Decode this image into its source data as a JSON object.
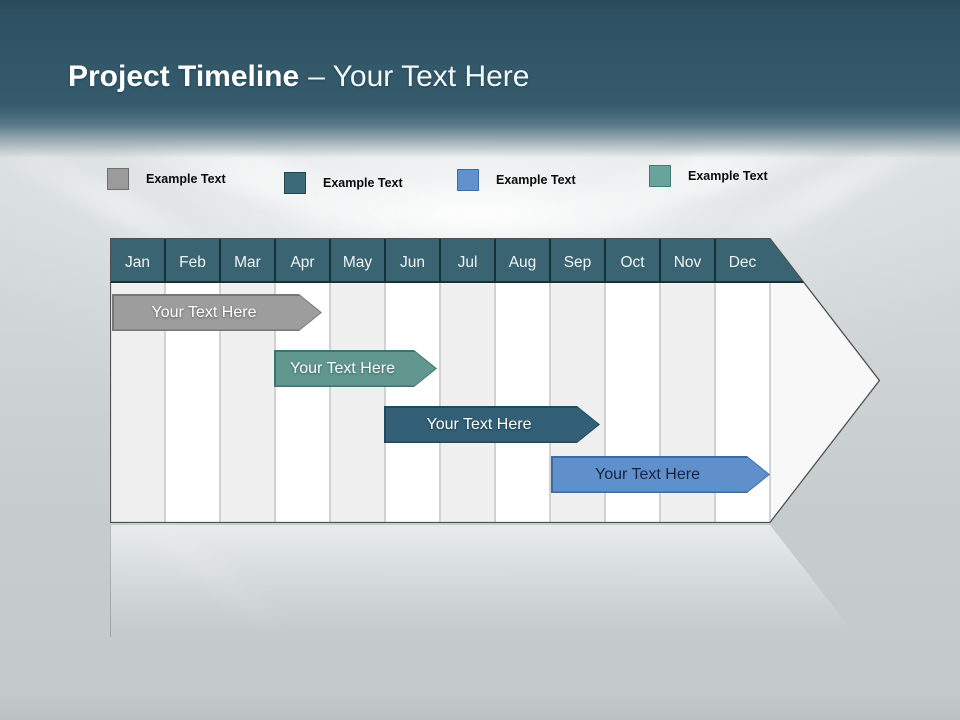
{
  "slide": {
    "title_bold": "Project Timeline",
    "title_regular": "– Your Text Here"
  },
  "legend": {
    "items": [
      {
        "label": "Example Text",
        "color": "#9b9b9b",
        "border_color": "#6f6f6f"
      },
      {
        "label": "Example Text",
        "color": "#3d6a79",
        "border_color": "#25464f"
      },
      {
        "label": "Example Text",
        "color": "#6191cb",
        "border_color": "#3c6da9"
      },
      {
        "label": "Example Text",
        "color": "#68a39c",
        "border_color": "#417d77"
      }
    ]
  },
  "chart_data": {
    "type": "timeline",
    "title": "Project Timeline",
    "months": [
      "Jan",
      "Feb",
      "Mar",
      "Apr",
      "May",
      "Jun",
      "Jul",
      "Aug",
      "Sep",
      "Oct",
      "Nov",
      "Dec"
    ],
    "header_color": "#3a6472",
    "body_shape": "right-pointing arrow spanning Jan–Dec",
    "column_fill_alternation": [
      "#f0f0f0",
      "#ffffff"
    ],
    "bars": [
      {
        "label": "Your Text Here",
        "start": "Jan",
        "end": "Apr",
        "row": 1,
        "color": "#9d9d9d",
        "border_color": "#767676",
        "text_color": "#ffffff"
      },
      {
        "label": "Your Text Here",
        "start": "Apr",
        "end": "Jun",
        "row": 2,
        "color": "#61978f",
        "border_color": "#3d736d",
        "text_color": "#ffffff"
      },
      {
        "label": "Your Text Here",
        "start": "Jun",
        "end": "Sep",
        "row": 3,
        "color": "#336076",
        "border_color": "#1c4a5e",
        "text_color": "#ffffff"
      },
      {
        "label": "Your Text Here",
        "start": "Sep",
        "end": "Dec",
        "row": 4,
        "color": "#6090cb",
        "border_color": "#3a6ba5",
        "text_color": "#16243f"
      }
    ]
  }
}
